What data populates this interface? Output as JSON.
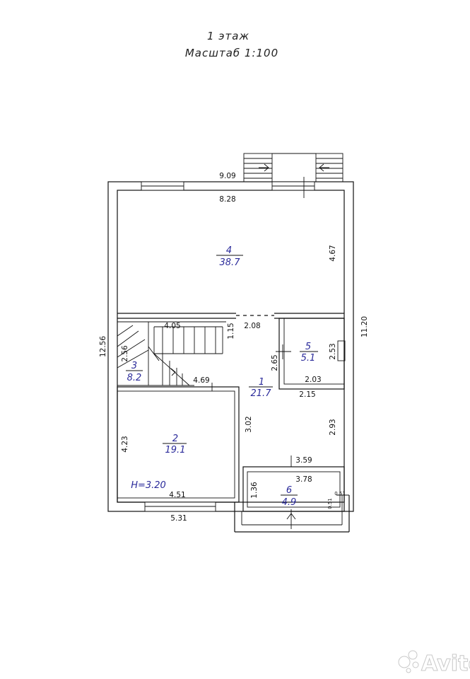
{
  "title": {
    "floor": "1 этаж",
    "scale": "Масштаб 1:100"
  },
  "dimensions": {
    "top_outer": "9.09",
    "top_inner": "8.28",
    "right_upper": "4.67",
    "right_total": "11.20",
    "left_total": "12.56",
    "stair_width": "4.05",
    "stair_depth": "1.15",
    "opening": "2.08",
    "stair_height": "2.56",
    "room5_height": "2.65",
    "room5_right": "2.53",
    "room5_inner_width": "2.03",
    "room5_outer_width": "2.15",
    "room2_top": "4.69",
    "hall_left": "3.02",
    "hall_right": "2.93",
    "room2_height": "4.23",
    "room2_width": "4.51",
    "bottom_outer": "5.31",
    "porch_top": "3.59",
    "porch_inner": "3.78",
    "porch_height": "1.36",
    "porch_side_a": "0.51",
    "porch_side_b": "0.51"
  },
  "rooms": [
    {
      "number": "4",
      "area": "38.7"
    },
    {
      "number": "5",
      "area": "5.1"
    },
    {
      "number": "3",
      "area": "8.2"
    },
    {
      "number": "1",
      "area": "21.7"
    },
    {
      "number": "2",
      "area": "19.1"
    },
    {
      "number": "6",
      "area": "4.9"
    }
  ],
  "ceiling_height": "H=3.20",
  "watermark": "Avito"
}
